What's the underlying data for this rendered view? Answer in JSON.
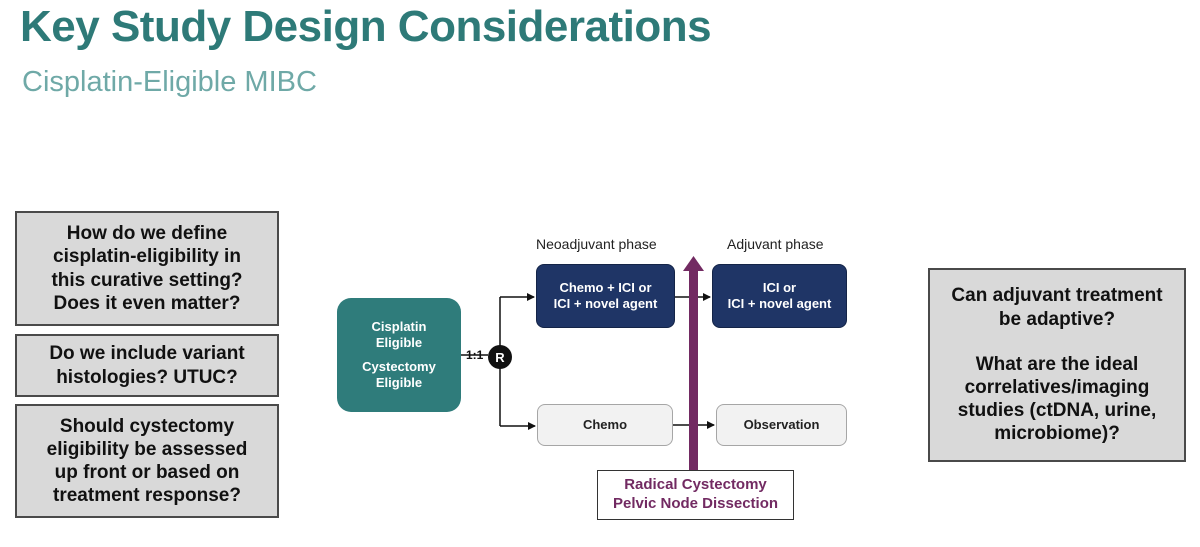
{
  "slide": {
    "title": "Key Study Design Considerations",
    "subtitle": "Cisplatin-Eligible MIBC"
  },
  "questions_left": [
    {
      "lines": [
        "How do we define",
        "cisplatin-eligibility in",
        "this curative setting?",
        "Does it even matter?"
      ]
    },
    {
      "lines": [
        "Do we include variant",
        "histologies? UTUC?"
      ]
    },
    {
      "lines": [
        "Should cystectomy",
        "eligibility be assessed",
        "up front or based on",
        "treatment response?"
      ]
    }
  ],
  "question_right": {
    "lines_a": [
      "Can adjuvant treatment",
      "be adaptive?"
    ],
    "lines_b": [
      "What are the ideal",
      "correlatives/imaging",
      "studies (ctDNA, urine,",
      "microbiome)?"
    ]
  },
  "diagram": {
    "population": {
      "line1": "Cisplatin",
      "line2": "Eligible",
      "line3": "Cystectomy",
      "line4": "Eligible"
    },
    "ratio_label": "1:1",
    "randomization_symbol": "R",
    "phases": {
      "neoadjuvant": "Neoadjuvant phase",
      "adjuvant": "Adjuvant phase"
    },
    "experimental_neoadjuvant": {
      "line1": "Chemo + ICI or",
      "line2": "ICI + novel agent"
    },
    "experimental_adjuvant": {
      "line1": "ICI or",
      "line2": "ICI + novel agent"
    },
    "control_neoadjuvant": "Chemo",
    "control_adjuvant": "Observation",
    "surgery": {
      "line1": "Radical Cystectomy",
      "line2": "Pelvic Node Dissection"
    }
  },
  "colors": {
    "title": "#2e7a78",
    "subtitle": "#6fa9a7",
    "population_box": "#2f7c7b",
    "experimental_box": "#1f3566",
    "surgery_arrow": "#722a62",
    "question_box": "#d9d9d9"
  }
}
